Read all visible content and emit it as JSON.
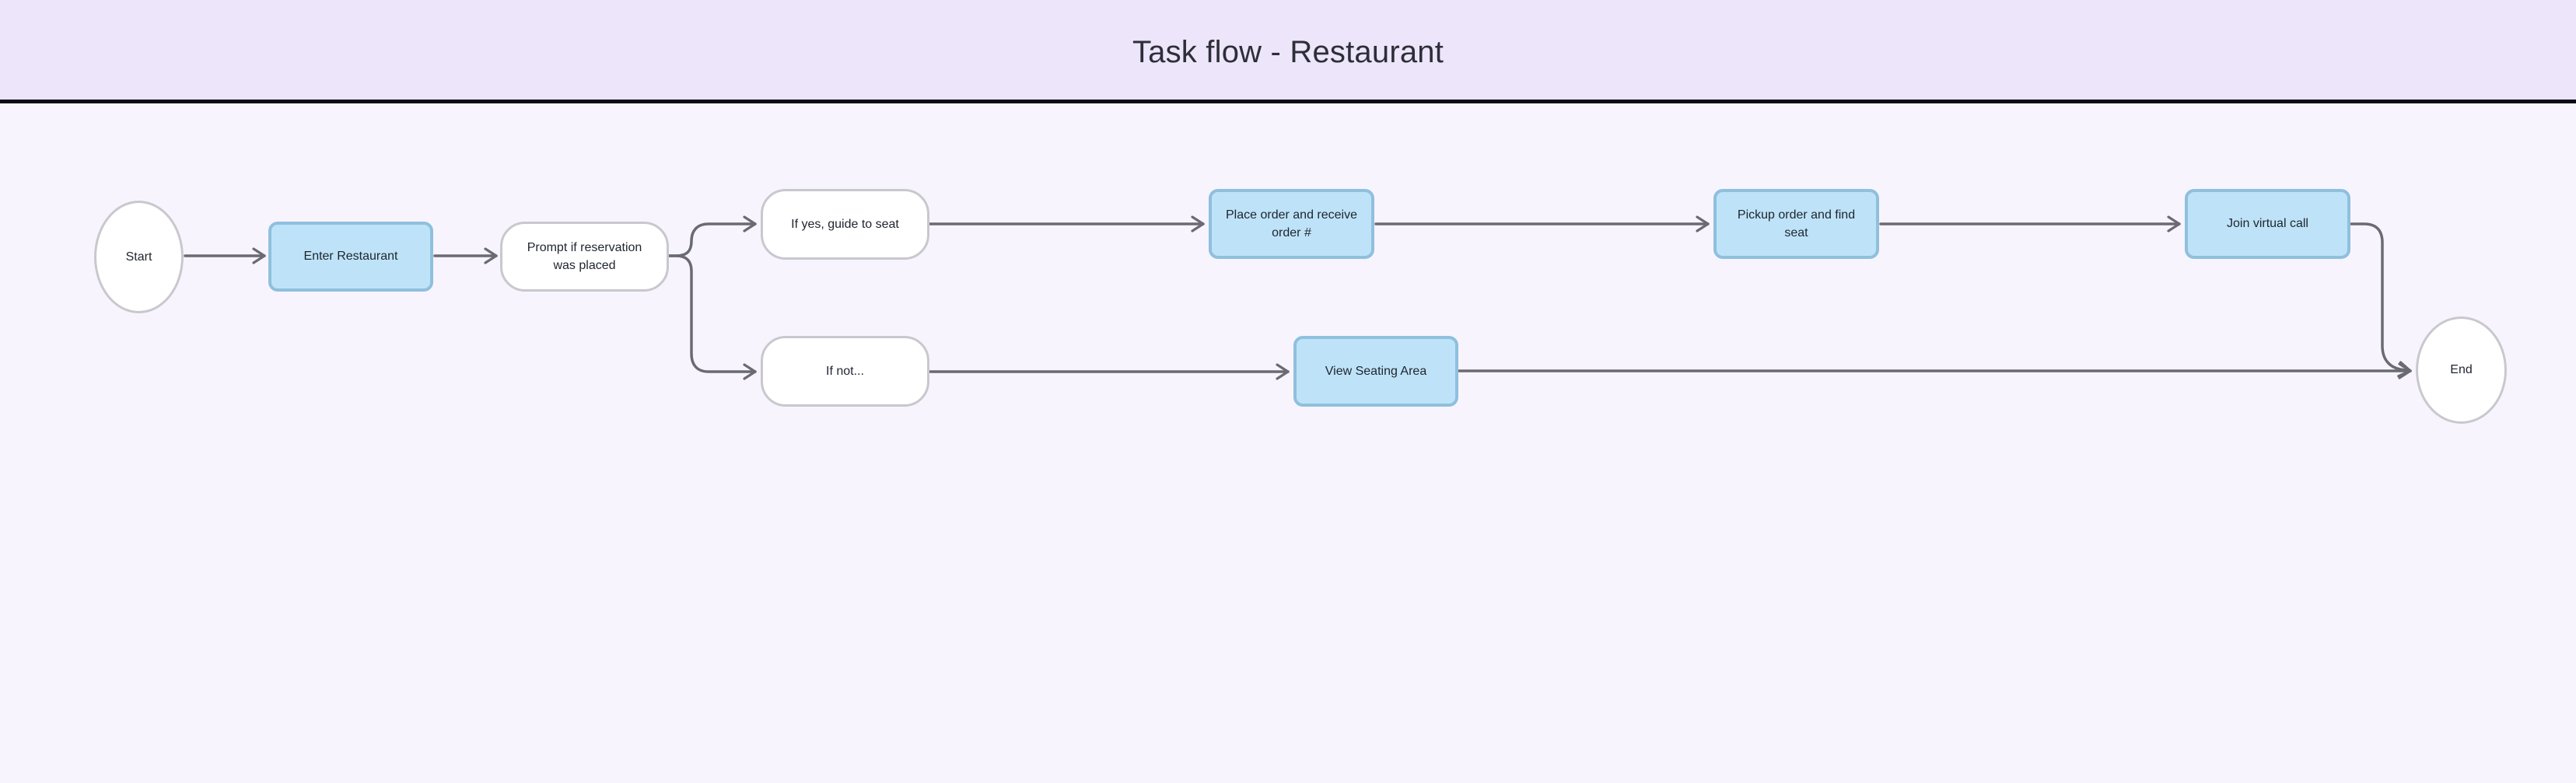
{
  "section": {
    "title": "Task flow - Restaurant"
  },
  "colors": {
    "header_fill": "#EDE5FA",
    "canvas_fill": "#F8F4FD",
    "section_border": "#0C0C15",
    "process_fill": "#BEE3F8",
    "process_border": "#8FC0DD",
    "terminal_fill": "#FFFFFF",
    "terminal_border": "#C8C8CE",
    "connector": "#6A6A73",
    "node_text": "#1F242E",
    "title_text": "#2E2E38"
  },
  "nodes": [
    {
      "id": "start",
      "shape": "ellipse",
      "label": "Start"
    },
    {
      "id": "enter-restaurant",
      "shape": "process",
      "label": "Enter Restaurant"
    },
    {
      "id": "prompt-reservation",
      "shape": "terminal",
      "label": "Prompt if reservation was placed"
    },
    {
      "id": "if-yes",
      "shape": "terminal",
      "label": "If yes, guide to seat"
    },
    {
      "id": "if-not",
      "shape": "terminal",
      "label": "If not..."
    },
    {
      "id": "place-order",
      "shape": "process",
      "label": "Place order and receive order #"
    },
    {
      "id": "pickup-order",
      "shape": "process",
      "label": "Pickup order and find seat"
    },
    {
      "id": "join-virtual-call",
      "shape": "process",
      "label": "Join virtual call"
    },
    {
      "id": "view-seating-area",
      "shape": "process",
      "label": "View Seating Area"
    },
    {
      "id": "end",
      "shape": "ellipse",
      "label": "End"
    }
  ],
  "edges": [
    {
      "from": "start",
      "to": "enter-restaurant"
    },
    {
      "from": "enter-restaurant",
      "to": "prompt-reservation"
    },
    {
      "from": "prompt-reservation",
      "to": "if-yes"
    },
    {
      "from": "prompt-reservation",
      "to": "if-not"
    },
    {
      "from": "if-yes",
      "to": "place-order"
    },
    {
      "from": "place-order",
      "to": "pickup-order"
    },
    {
      "from": "pickup-order",
      "to": "join-virtual-call"
    },
    {
      "from": "join-virtual-call",
      "to": "end"
    },
    {
      "from": "if-not",
      "to": "view-seating-area"
    },
    {
      "from": "view-seating-area",
      "to": "end"
    }
  ]
}
